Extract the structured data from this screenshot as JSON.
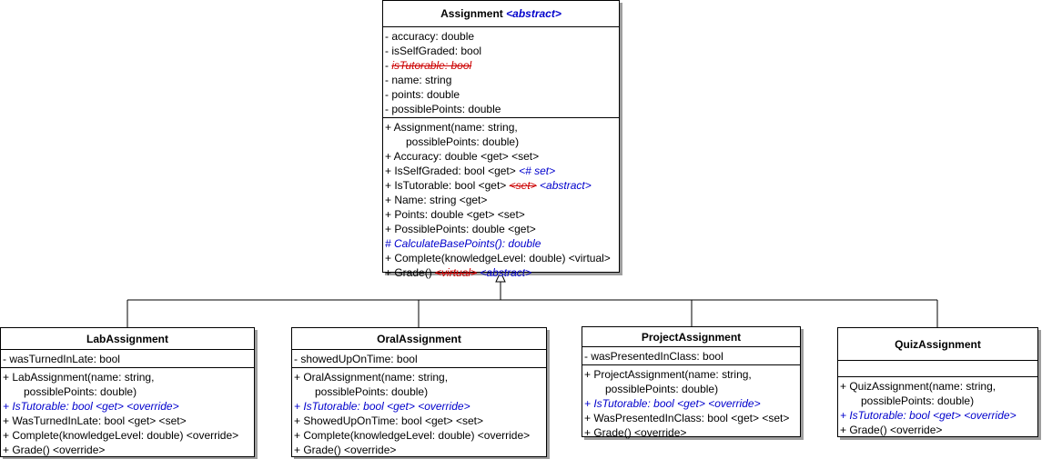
{
  "assignment": {
    "name": "Assignment",
    "stereotype": "<abstract>",
    "attributes": [
      {
        "vis": "-",
        "text": "accuracy: double"
      },
      {
        "vis": "-",
        "text": "isSelfGraded: bool"
      },
      {
        "vis": "-",
        "text": "isTutorable: bool"
      },
      {
        "vis": "-",
        "text": "name: string"
      },
      {
        "vis": "-",
        "text": "points: double"
      },
      {
        "vis": "-",
        "text": "possiblePoints: double"
      }
    ],
    "ctor_line1": "+ Assignment(name: string,",
    "ctor_line2": "possiblePoints: double)",
    "accuracy": "+ Accuracy: double <get> <set>",
    "selfgraded_a": "+ IsSelfGraded: bool <get> ",
    "selfgraded_b": "<# set>",
    "tutorable_a": "+ IsTutorable: bool <get> ",
    "tutorable_strike": "<set>",
    "tutorable_b": "<abstract>",
    "name_prop": "+ Name: string <get>",
    "points_prop": "+ Points: double <get> <set>",
    "possible_prop": "+ PossiblePoints: double <get>",
    "calc": "# CalculateBasePoints(): double",
    "complete": "+ Complete(knowledgeLevel: double) <virtual>",
    "grade_a": "+ Grade() ",
    "grade_strike": "<virtual>",
    "grade_b": "<abstract>"
  },
  "lab": {
    "name": "LabAssignment",
    "attr": "-  wasTurnedInLate: bool",
    "ctor1": "+ LabAssignment(name: string,",
    "ctor2": "possiblePoints: double)",
    "tut": "+ IsTutorable: bool <get> <override>",
    "prop": "+ WasTurnedInLate: bool <get> <set>",
    "complete": "+ Complete(knowledgeLevel: double) <override>",
    "grade": "+ Grade() <override>"
  },
  "oral": {
    "name": "OralAssignment",
    "attr": "-  showedUpOnTime: bool",
    "ctor1": "+ OralAssignment(name: string,",
    "ctor2": "possiblePoints: double)",
    "tut": "+ IsTutorable: bool <get> <override>",
    "prop": "+ ShowedUpOnTime: bool <get> <set>",
    "complete": "+ Complete(knowledgeLevel: double) <override>",
    "grade": "+ Grade() <override>"
  },
  "project": {
    "name": "ProjectAssignment",
    "attr": "-  wasPresentedInClass: bool",
    "ctor1": "+ ProjectAssignment(name: string,",
    "ctor2": "possiblePoints: double)",
    "tut": "+ IsTutorable: bool <get> <override>",
    "prop": "+ WasPresentedInClass: bool <get> <set>",
    "grade": "+ Grade() <override>"
  },
  "quiz": {
    "name": "QuizAssignment",
    "ctor1": "+ QuizAssignment(name: string,",
    "ctor2": "possiblePoints: double)",
    "tut": "+ IsTutorable: bool <get> <override>",
    "grade": "+ Grade() <override>"
  }
}
